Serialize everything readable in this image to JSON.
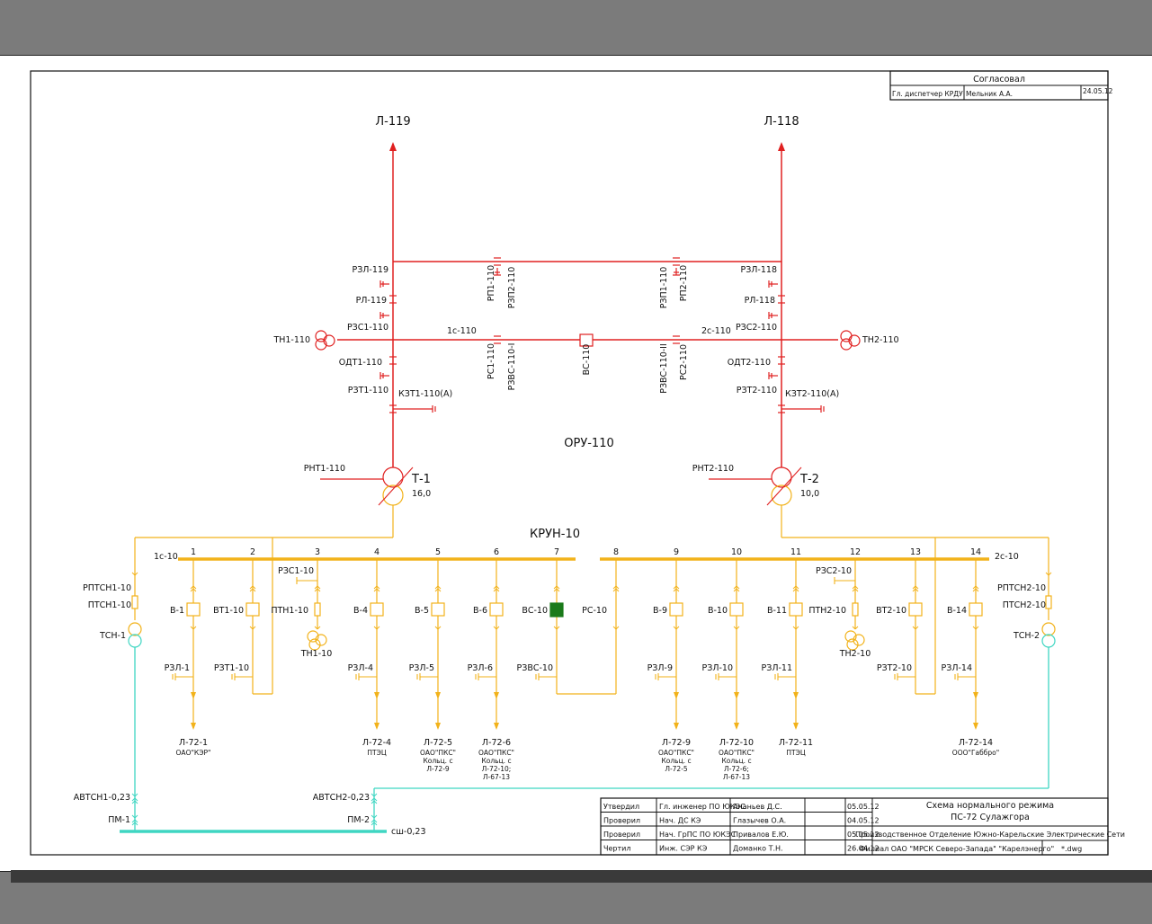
{
  "colors": {
    "hv": "#e02020",
    "mv": "#f2b21a",
    "lv": "#3fd6c2",
    "frame": "#111111",
    "closed_breaker": "#1b7a1b"
  },
  "approval": {
    "title": "Согласовал",
    "role": "Гл. диспетчер КРДУ",
    "person": "Мельник А.А.",
    "date": "24.05.12"
  },
  "oru": {
    "title": "ОРУ-110",
    "lines": [
      "Л-119",
      "Л-118"
    ],
    "left_labels": [
      "РЗЛ-119",
      "РЛ-119",
      "РЗС1-110",
      "ТН1-110",
      "ОДТ1-110",
      "РЗТ1-110",
      "КЗТ1-110(А)",
      "РНТ1-110"
    ],
    "right_labels": [
      "РЗЛ-118",
      "РЛ-118",
      "РЗС2-110",
      "ТН2-110",
      "ОДТ2-110",
      "РЗТ2-110",
      "КЗТ2-110(А)",
      "РНТ2-110"
    ],
    "sections": [
      "1с-110",
      "2с-110"
    ],
    "bridge_left": [
      "РП1-110",
      "РЗП2-110"
    ],
    "bridge_right": [
      "РЗП1-110",
      "РП2-110"
    ],
    "sect_left": [
      "РС1-110",
      "РЗВС-110-I"
    ],
    "sect_right": [
      "РЗВС-110-II",
      "РС2-110"
    ],
    "sect_breaker": "ВС-110",
    "transformers": [
      {
        "name": "Т-1",
        "rating": "16,0"
      },
      {
        "name": "Т-2",
        "rating": "10,0"
      }
    ]
  },
  "krun": {
    "title": "КРУН-10",
    "bus_left": "1с-10",
    "bus_right": "2с-10",
    "cells": [
      "1",
      "2",
      "3",
      "4",
      "5",
      "6",
      "7",
      "8",
      "9",
      "10",
      "11",
      "12",
      "13",
      "14"
    ],
    "breakers": [
      "В-1",
      "ВТ1-10",
      "ПТН1-10",
      "В-4",
      "В-5",
      "В-6",
      "ВС-10",
      "РС-10",
      "В-9",
      "В-10",
      "В-11",
      "ПТН2-10",
      "ВТ2-10",
      "В-14"
    ],
    "earth_switches": [
      "РЗЛ-1",
      "РЗТ1-10",
      "РЗЛ-4",
      "РЗЛ-5",
      "РЗЛ-6",
      "РЗВС-10",
      "РЗЛ-9",
      "РЗЛ-10",
      "РЗЛ-11",
      "РЗТ2-10",
      "РЗЛ-14"
    ],
    "extra": [
      "РЗС1-10",
      "РЗС2-10",
      "ТН1-10",
      "ТН2-10"
    ],
    "feeders": [
      {
        "name": "Л-72-1",
        "sub": [
          "ОАО\"КЭР\""
        ]
      },
      {
        "name": "Л-72-4",
        "sub": [
          "ПТЭЦ"
        ]
      },
      {
        "name": "Л-72-5",
        "sub": [
          "ОАО\"ПКС\"",
          "Кольц. с",
          "Л-72-9"
        ]
      },
      {
        "name": "Л-72-6",
        "sub": [
          "ОАО\"ПКС\"",
          "Кольц. с",
          "Л-72-10;",
          "Л-67-13"
        ]
      },
      {
        "name": "Л-72-9",
        "sub": [
          "ОАО\"ПКС\"",
          "Кольц. с",
          "Л-72-5"
        ]
      },
      {
        "name": "Л-72-10",
        "sub": [
          "ОАО\"ПКС\"",
          "Кольц. с",
          "Л-72-6;",
          "Л-67-13"
        ]
      },
      {
        "name": "Л-72-11",
        "sub": [
          "ПТЭЦ"
        ]
      },
      {
        "name": "Л-72-14",
        "sub": [
          "ООО\"Габбро\""
        ]
      }
    ],
    "aux_left": [
      "РПТСН1-10",
      "ПТСН1-10",
      "ТСН-1"
    ],
    "aux_right": [
      "РПТСН2-10",
      "ПТСН2-10",
      "ТСН-2"
    ]
  },
  "lv": {
    "left": [
      "АВТСН1-0,23",
      "ПМ-1"
    ],
    "right": [
      "АВТСН2-0,23",
      "ПМ-2"
    ],
    "bus": "сш-0,23"
  },
  "title_block": {
    "title": "Схема нормального режима",
    "subtitle": "ПС-72 Сулажгора",
    "org1": "Производственное Отделение Южно-Карельские Электрические Сети",
    "org2": "Филиал ОАО \"МРСК Северо-Запада\" \"Карелэнерго\"",
    "file": "*.dwg",
    "rows": [
      {
        "action": "Утвердил",
        "role": "Гл. инженер ПО ЮКЭС",
        "person": "Ананьев Д.С.",
        "date": "05.05.12"
      },
      {
        "action": "Проверил",
        "role": "Нач. ДС КЭ",
        "person": "Глазычев О.А.",
        "date": "04.05.12"
      },
      {
        "action": "Проверил",
        "role": "Нач. ГрПС ПО ЮКЭС",
        "person": "Привалов Е.Ю.",
        "date": "05.05.12"
      },
      {
        "action": "Чертил",
        "role": "Инж. СЭР КЭ",
        "person": "Доманко Т.Н.",
        "date": "26.04.12"
      }
    ]
  }
}
